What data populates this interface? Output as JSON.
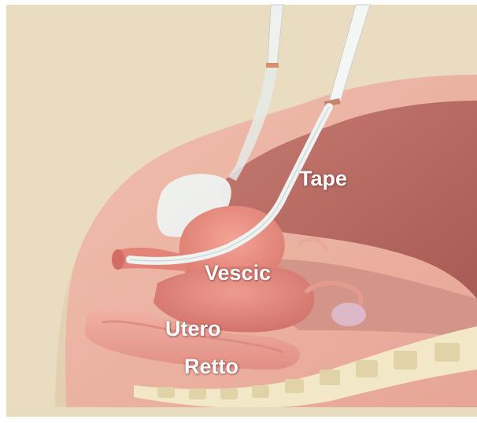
{
  "labels": {
    "tape": "Tape",
    "vescic": "Vescic",
    "utero": "Utero",
    "retto": "Retto"
  },
  "colors": {
    "background": "#ffffff",
    "skin_outer": "#e7d4b6",
    "tissue": "#e9a89a",
    "pelvic_cavity": "#b8665e",
    "bladder": "#e88d80",
    "uterus": "#d9776e",
    "rectum": "#eda49a",
    "tape": "#eef3f2",
    "spine": "#f2e8c8",
    "label_text": "#ffffff"
  }
}
